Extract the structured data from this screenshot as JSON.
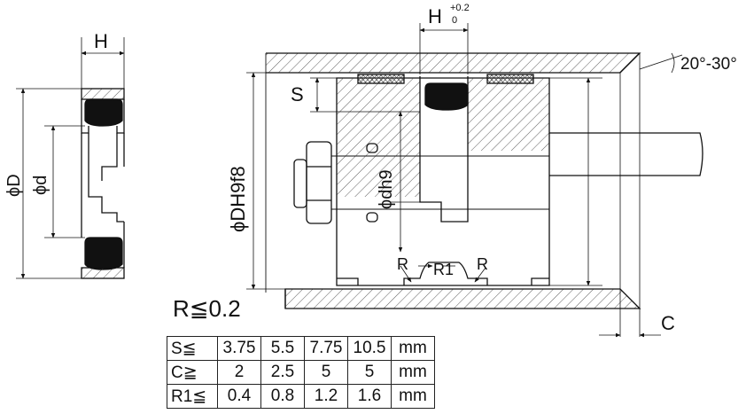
{
  "labels": {
    "h_left": "H",
    "phi_D": "ϕD",
    "phi_d": "ϕd",
    "h_groove": "H",
    "h_tol_upper": "+0.2",
    "h_tol_lower": "0",
    "s": "S",
    "phi_DH9f8": "ϕDH9f8",
    "phi_dh9": "ϕdh9",
    "angle": "20°-30°",
    "c": "C",
    "r_left": "R",
    "r1": "R1",
    "r_right": "R",
    "r_note": "R≦0.2"
  },
  "table": {
    "rows": [
      {
        "head": "S≦",
        "values": [
          "3.75",
          "5.5",
          "7.75",
          "10.5"
        ],
        "unit": "mm"
      },
      {
        "head": "C≧",
        "values": [
          "2",
          "2.5",
          "5",
          "5"
        ],
        "unit": "mm"
      },
      {
        "head": "R1≦",
        "values": [
          "0.4",
          "0.8",
          "1.2",
          "1.6"
        ],
        "unit": "mm"
      }
    ]
  }
}
